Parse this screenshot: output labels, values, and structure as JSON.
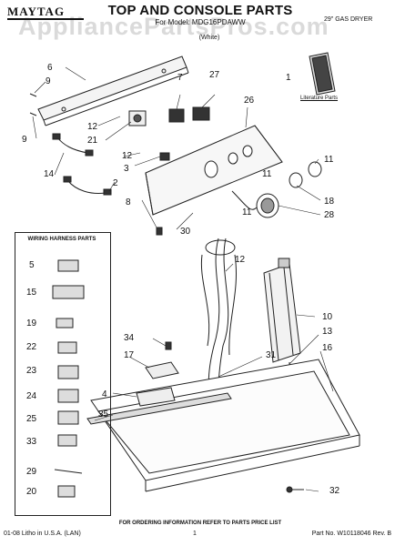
{
  "header": {
    "brand": "MAYTAG",
    "title": "TOP AND CONSOLE PARTS",
    "subtitle": "For Model: MDG16PDAWW",
    "color_note": "(White)",
    "model_type": "29\" GAS DRYER",
    "watermark": "AppliancePartsPros.com"
  },
  "literature": {
    "part_number": "1",
    "label": "Literature Parts"
  },
  "callouts": [
    {
      "n": "6"
    },
    {
      "n": "9"
    },
    {
      "n": "9"
    },
    {
      "n": "12"
    },
    {
      "n": "21"
    },
    {
      "n": "7"
    },
    {
      "n": "27"
    },
    {
      "n": "26"
    },
    {
      "n": "14"
    },
    {
      "n": "2"
    },
    {
      "n": "12"
    },
    {
      "n": "3"
    },
    {
      "n": "8"
    },
    {
      "n": "11"
    },
    {
      "n": "11"
    },
    {
      "n": "18"
    },
    {
      "n": "11"
    },
    {
      "n": "28"
    },
    {
      "n": "30"
    },
    {
      "n": "12"
    },
    {
      "n": "10"
    },
    {
      "n": "34"
    },
    {
      "n": "13"
    },
    {
      "n": "16"
    },
    {
      "n": "17"
    },
    {
      "n": "31"
    },
    {
      "n": "4"
    },
    {
      "n": "35"
    },
    {
      "n": "32"
    }
  ],
  "wiring_harness": {
    "title": "WIRING HARNESS PARTS",
    "items": [
      {
        "n": "5"
      },
      {
        "n": "15"
      },
      {
        "n": "19"
      },
      {
        "n": "22"
      },
      {
        "n": "23"
      },
      {
        "n": "24"
      },
      {
        "n": "25"
      },
      {
        "n": "33"
      },
      {
        "n": "29"
      },
      {
        "n": "20"
      }
    ]
  },
  "footer": {
    "center": "FOR ORDERING INFORMATION REFER TO PARTS PRICE LIST",
    "left": "01-08 Litho in U.S.A. (LAN)",
    "page": "1",
    "right": "Part No. W10118046 Rev. B"
  }
}
